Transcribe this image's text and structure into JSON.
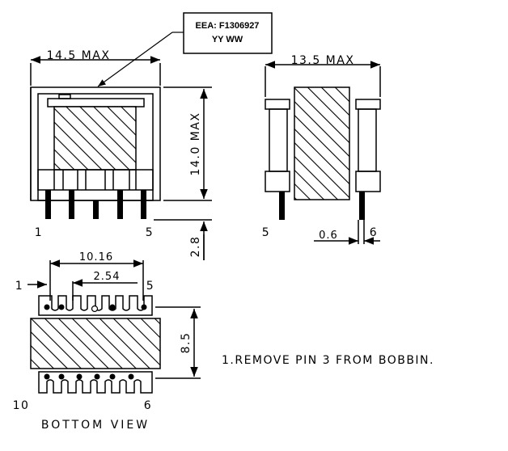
{
  "label_box": {
    "line1": "EEA: F1306927",
    "line2": "YY WW"
  },
  "front_view": {
    "width_label": "14.5 MAX",
    "height_label": "14.0 MAX",
    "pin_length_label": "2.8",
    "pin_left": "1",
    "pin_right": "5"
  },
  "side_view": {
    "width_label": "13.5 MAX",
    "pin_label": "5",
    "pin_dia_label": "0.6",
    "pin_right_label": "6"
  },
  "bottom_view": {
    "span_label": "10.16",
    "pitch_label": "2.54",
    "pin1_label": "1",
    "pin5_label": "5",
    "pin10_label": "10",
    "pin6_label": "6",
    "height_label": "8.5",
    "title": "BOTTOM VIEW"
  },
  "notes": {
    "note1": "1.REMOVE PIN 3 FROM BOBBIN."
  },
  "colors": {
    "line": "#000000",
    "background": "#ffffff"
  }
}
